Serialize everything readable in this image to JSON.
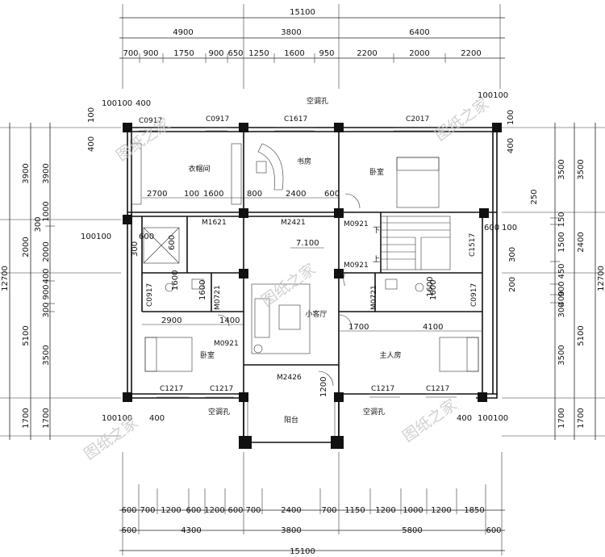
{
  "top_dims": {
    "total": "15100",
    "level2": [
      "4900",
      "3800",
      "6400"
    ],
    "level1": [
      "700",
      "900",
      "1750",
      "900",
      "650",
      "1250",
      "1600",
      "950",
      "2200",
      "2000",
      "2200"
    ]
  },
  "bottom_dims": {
    "total": "15100",
    "level2": [
      "600",
      "4300",
      "3800",
      "5800",
      "600"
    ],
    "level1": [
      "600",
      "700",
      "1200",
      "600",
      "1200",
      "600",
      "700",
      "2400",
      "700",
      "1150",
      "1200",
      "1000",
      "1200",
      "1850"
    ]
  },
  "left_dims": {
    "total": "12700",
    "level2": [
      "3900",
      "2000",
      "5100",
      "1700"
    ],
    "level1": [
      "3900",
      "1000",
      "300",
      "2000",
      "400",
      "900",
      "300",
      "3500",
      "1700"
    ]
  },
  "right_dims": {
    "total": "12700",
    "level2": [
      "3500",
      "2400",
      "5100",
      "1700"
    ],
    "level1": [
      "3500",
      "250",
      "150",
      "1500",
      "450",
      "900",
      "400",
      "300",
      "3500",
      "1700"
    ]
  },
  "rooms": {
    "cloakroom": "衣帽间",
    "study": "书房",
    "bedroom_ne": "卧室",
    "bedroom_sw": "卧室",
    "living": "小客厅",
    "master": "主人房",
    "balcony": "阳台"
  },
  "level_mark": "7.100",
  "doors": {
    "m1621": "M1621",
    "m2421": "M2421",
    "m0921_a": "M0921",
    "m0921_b": "M0921",
    "m0921_c": "M0921",
    "m0721_a": "M0721",
    "m0721_b": "M0721",
    "m2426": "M2426"
  },
  "windows": {
    "c0917_a": "C0917",
    "c0917_b": "C0917",
    "c0917_c": "C0917",
    "c0917_d": "C0917",
    "c1617": "C1617",
    "c2017": "C2017",
    "c1517": "C1517",
    "c1217_a": "C1217",
    "c1217_b": "C1217",
    "c1217_c": "C1217",
    "c1217_d": "C1217"
  },
  "ac_label": "空调孔",
  "interior_dims": {
    "d2700": "2700",
    "d100": "100",
    "d1600": "1600",
    "d800": "800",
    "d2400": "2400",
    "d600a": "600",
    "d600b": "600",
    "d300": "300",
    "d1600b": "1600",
    "d2900": "2900",
    "d1400": "1400",
    "d1200": "1200",
    "d1700": "1700",
    "d4100": "4100",
    "d600c": "600",
    "d100c": "100",
    "d1600c": "1600",
    "d1600d": "1600",
    "d300r": "300",
    "d200": "200",
    "d100100_tl": "100100",
    "d400_tl": "400",
    "d100_tl": "100",
    "d400_tl2": "400",
    "d100100_bl": "100100",
    "d400_bl": "400",
    "d400_br": "400",
    "d100100_br": "100100",
    "d100100_tr": "100100",
    "d100_tr": "100",
    "d400_tr": "400",
    "d100100_ml": "100100",
    "d600_ml": "600",
    "d1600e": "1600"
  },
  "stair": {
    "down": "下",
    "up": "上"
  },
  "watermark": "图纸之家"
}
